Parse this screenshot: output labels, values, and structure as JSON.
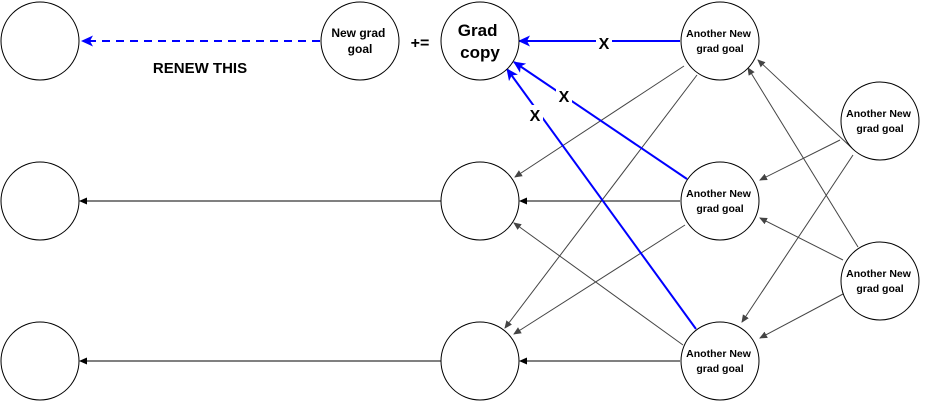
{
  "colors": {
    "blue": "#0000ff",
    "black": "#000000",
    "gray": "#444444"
  },
  "nodes": {
    "left_top": "",
    "left_mid": "",
    "left_bot": "",
    "new_grad_goal": "New grad goal",
    "grad_copy": "Grad copy",
    "mid_center": "",
    "mid_bottom": "",
    "right_top": "Another New grad goal",
    "right_mid": "Another New grad goal",
    "right_bot": "Another New grad goal",
    "far_right_top": "Another New grad goal",
    "far_right_bot": "Another New grad goal"
  },
  "labels": {
    "plus_equals": "+=",
    "renew": "RENEW THIS",
    "x_mark_1": "X",
    "x_mark_2": "X",
    "x_mark_3": "X"
  }
}
